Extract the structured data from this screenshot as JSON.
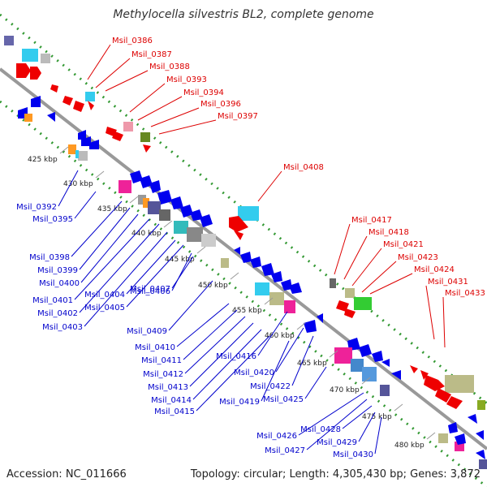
{
  "title": "Methylocella silvestris BL2, complete genome",
  "accession": "Accession: NC_011666",
  "topology": "Topology: circular; Length: 4,305,430 bp; Genes: 3,872",
  "colors": {
    "forward_label": "#dd0000",
    "reverse_label": "#0000cc",
    "backbone": "#999999",
    "dotted_guide": "#339933"
  },
  "ticks": [
    "425 kbp",
    "430 kbp",
    "435 kbp",
    "440 kbp",
    "445 kbp",
    "450 kbp",
    "455 kbp",
    "460 kbp",
    "465 kbp",
    "470 kbp",
    "475 kbp",
    "480 kbp"
  ],
  "forward_labels": [
    "Msil_0386",
    "Msil_0387",
    "Msil_0388",
    "Msil_0393",
    "Msil_0394",
    "Msil_0396",
    "Msil_0397",
    "Msil_0408",
    "Msil_0417",
    "Msil_0418",
    "Msil_0421",
    "Msil_0423",
    "Msil_0424",
    "Msil_0431",
    "Msil_0433"
  ],
  "reverse_labels": [
    "Msil_0392",
    "Msil_0395",
    "Msil_0398",
    "Msil_0399",
    "Msil_0400",
    "Msil_0401",
    "Msil_0402",
    "Msil_0403",
    "Msil_0404",
    "Msil_0405",
    "Msil_0406",
    "Msil_0407",
    "Msil_0409",
    "Msil_0410",
    "Msil_0411",
    "Msil_0412",
    "Msil_0413",
    "Msil_0414",
    "Msil_0415",
    "Msil_0416",
    "Msil_0419",
    "Msil_0420",
    "Msil_0422",
    "Msil_0425",
    "Msil_0426",
    "Msil_0427",
    "Msil_0428",
    "Msil_0429",
    "Msil_0430"
  ]
}
